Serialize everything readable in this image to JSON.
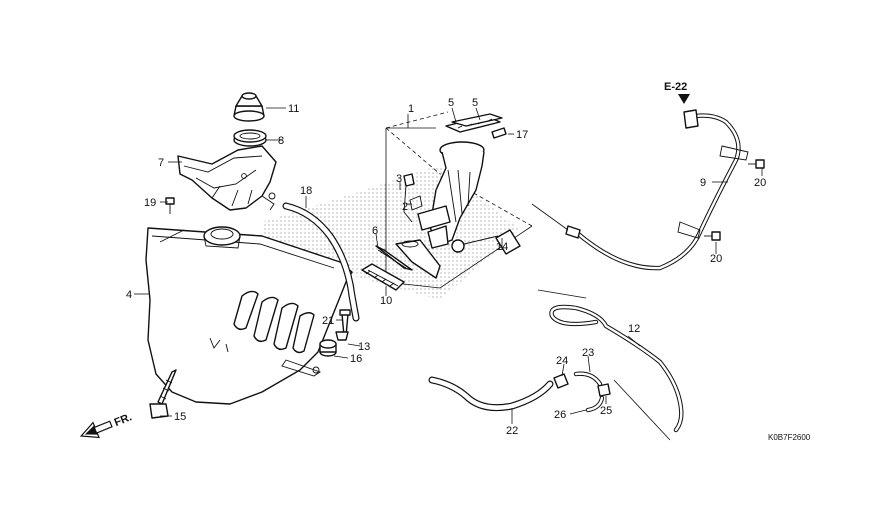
{
  "diagram": {
    "drawing_code": "K0B7F2600",
    "reference": "E-22",
    "direction_arrow": "FR.",
    "callouts": {
      "c1": "1",
      "c2": "2",
      "c3": "3",
      "c4": "4",
      "c5a": "5",
      "c5b": "5",
      "c6": "6",
      "c7": "7",
      "c8": "8",
      "c9": "9",
      "c10": "10",
      "c11": "11",
      "c12": "12",
      "c13": "13",
      "c14": "14",
      "c15": "15",
      "c16": "16",
      "c17": "17",
      "c18": "18",
      "c19": "19",
      "c20a": "20",
      "c20b": "20",
      "c21": "21",
      "c22": "22",
      "c23": "23",
      "c24": "24",
      "c25": "25",
      "c26": "26"
    },
    "icons": {
      "direction": "front-arrow-icon",
      "reference_pointer": "reference-arrow-icon"
    }
  }
}
